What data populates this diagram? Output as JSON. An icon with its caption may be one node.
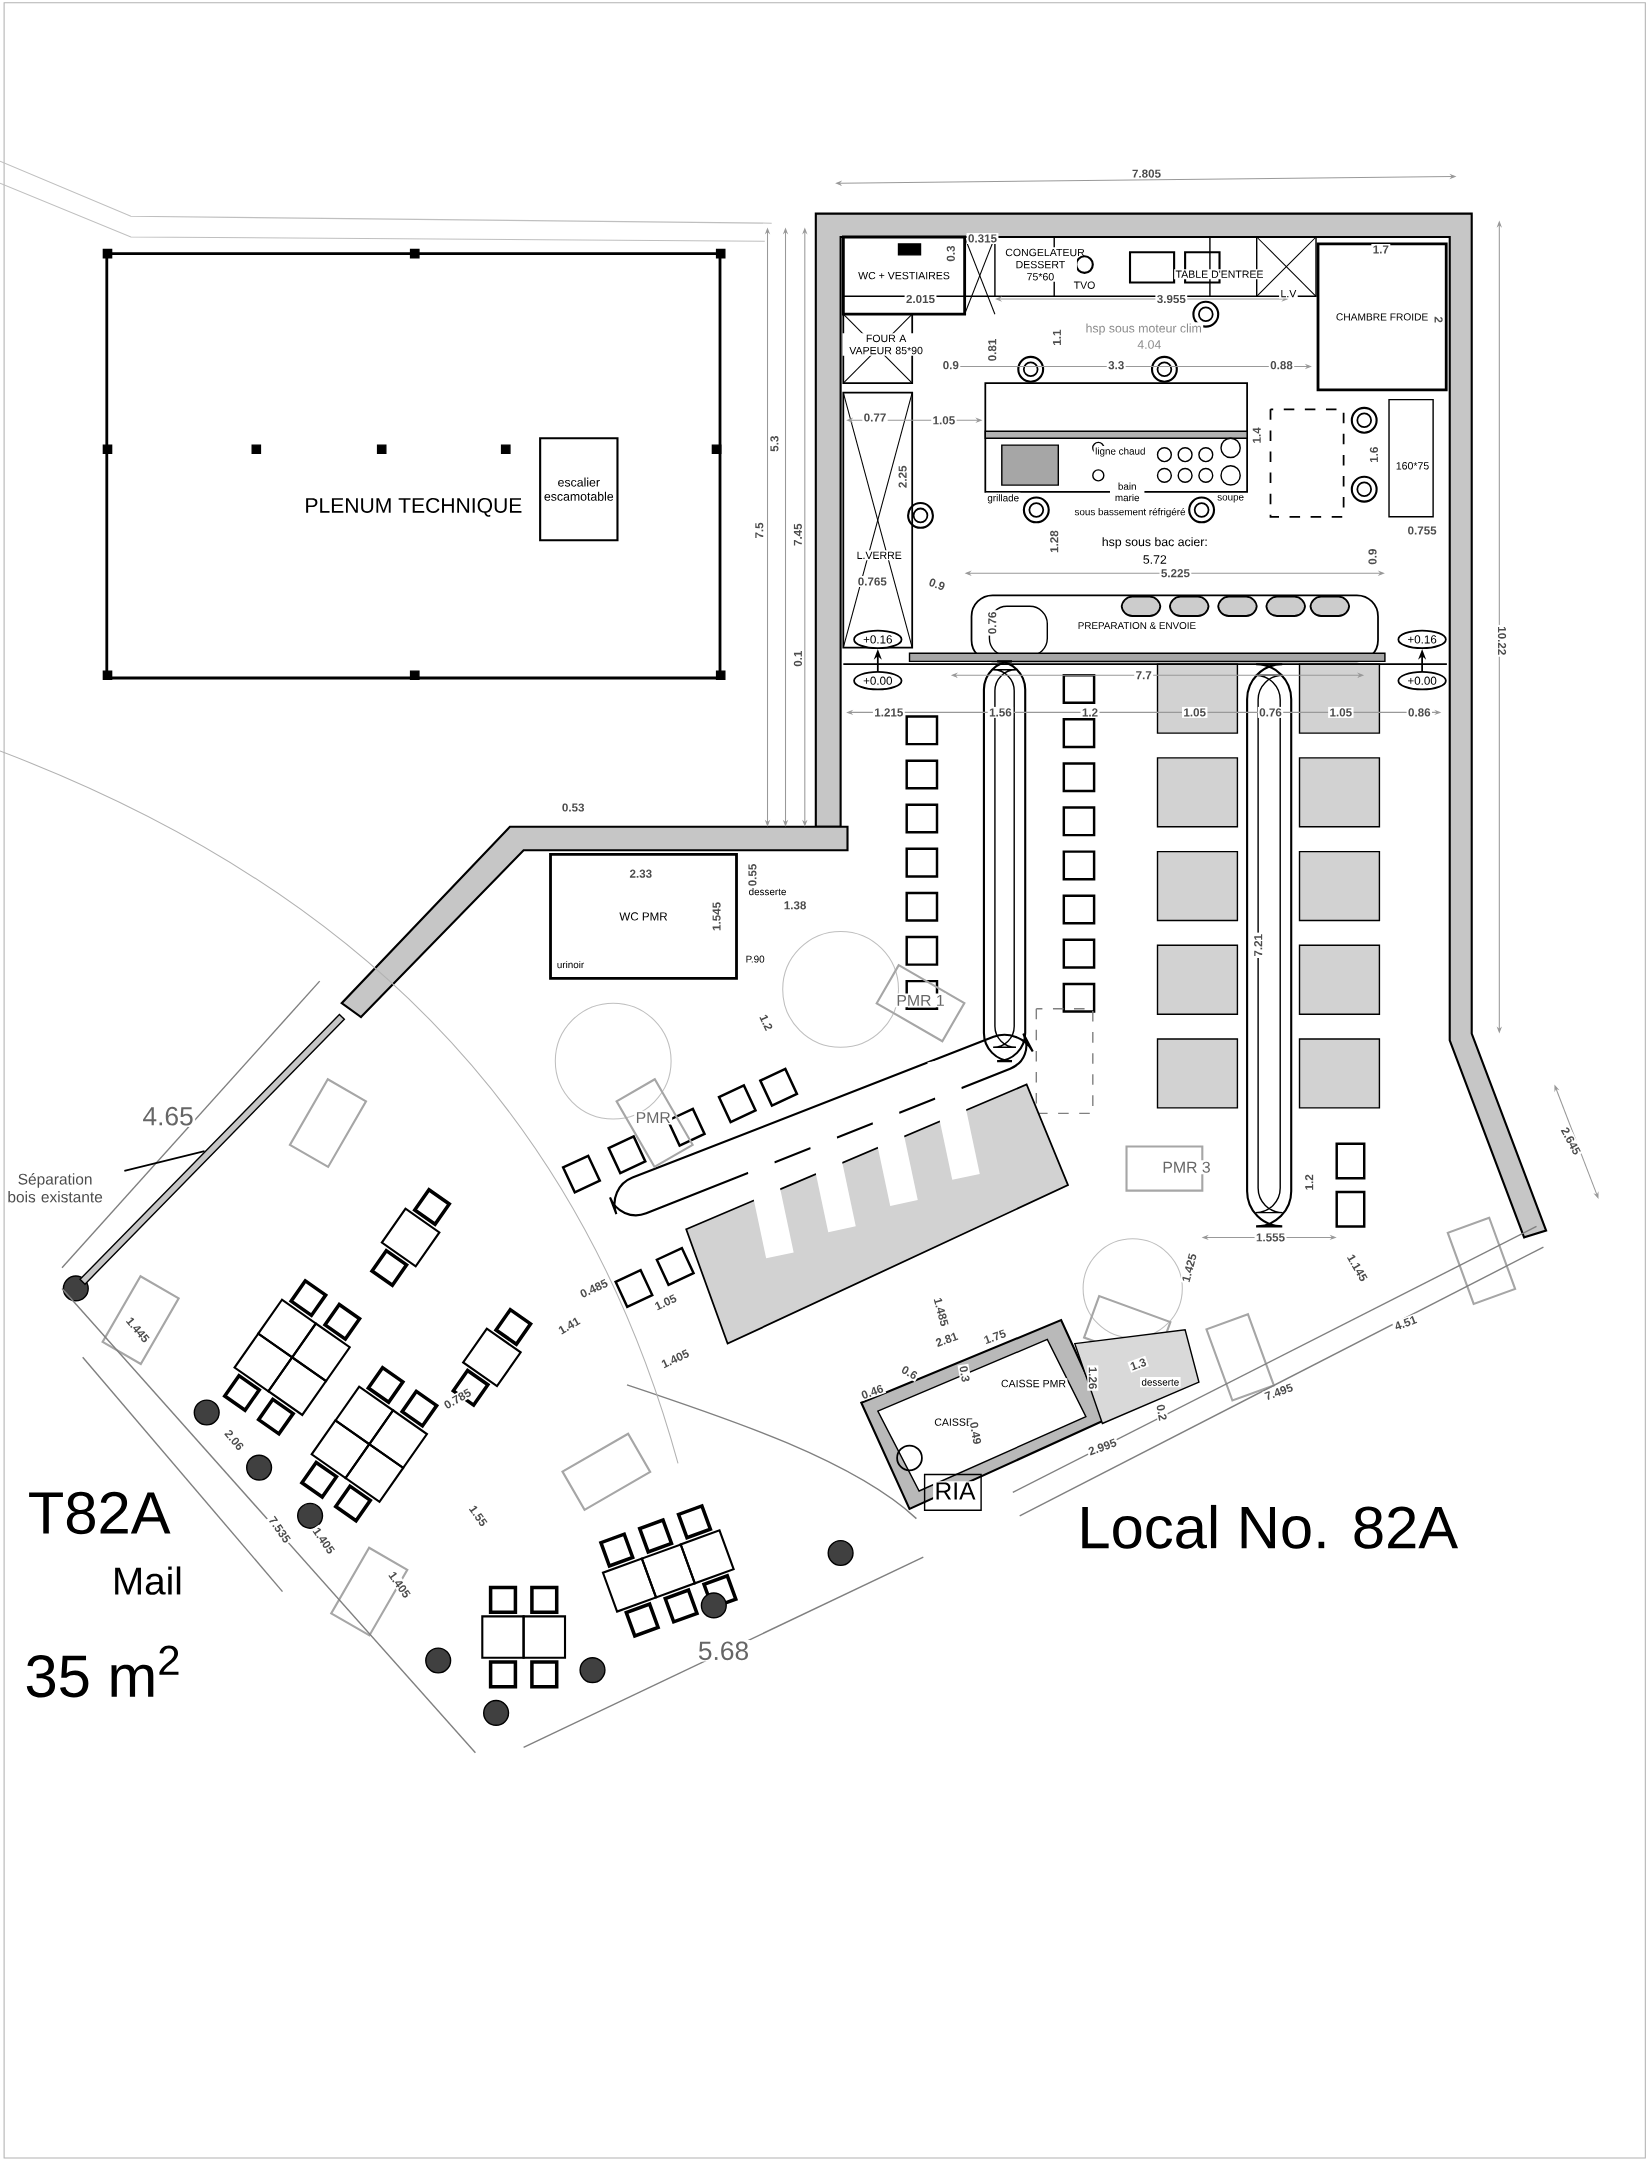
{
  "diagram": {
    "nodes": [
      {
        "text": [
          "PLENUM TECHNIQUE"
        ]
      },
      {
        "text": [
          "escalier escamotable"
        ],
        "in": 0
      },
      {
        "text": [
          "CHAMBRE FROIDE"
        ]
      },
      {
        "text": [
          "WC + VESTIAIRES"
        ]
      },
      {
        "text": [
          "WC PMR"
        ]
      },
      {
        "text": [
          "+0.16"
        ]
      },
      {
        "text": [
          "+0.00"
        ]
      },
      {
        "text": [
          "+0.16"
        ]
      },
      {
        "text": [
          "+0.00"
        ]
      },
      {
        "text": [
          "Séparation bois existante"
        ]
      },
      {
        "text": [],
        "shape": "bar"
      }
    ],
    "edges": [
      {
        "from": 6,
        "to": 5,
        "arrow": "to"
      },
      {
        "from": 8,
        "to": 7,
        "arrow": "to"
      },
      {
        "from": 9,
        "to": 10,
        "arrow": "none"
      }
    ],
    "labels": [
      "7.805",
      "0.315",
      "0.3",
      "CONGELATEUR DESSERT 75*60",
      "TVO",
      "TABLE D'ENTREE",
      "L.V",
      "1.7",
      "2.015",
      "3.955",
      "2",
      "FOUR A VAPEUR 85*90",
      "hsp sous moteur clim",
      "4.04",
      "0.81",
      "1.1",
      "0.9",
      "3.3",
      "0.88",
      "0.77",
      "1.05",
      "1.4",
      "ligne chaud",
      "1.6",
      "160*75",
      "2.25",
      "grillade",
      "bain marie",
      "sous bassement réfrigéré",
      "soupe",
      "1.28",
      "hsp sous bac acier:",
      "5.72",
      "L.VERRE",
      "0.755",
      "0.9",
      "0.765",
      "0.9",
      "5.225",
      "0.76",
      "PREPARATION & ENVOIE",
      "7.7",
      "1.215",
      "1.56",
      "1.2",
      "1.05",
      "0.76",
      "1.05",
      "0.86",
      "7.5",
      "7.45",
      "5.3",
      "0.1",
      "10.22",
      "0.53",
      "2.33",
      "0.55",
      "desserte",
      "1.38",
      "1.545",
      "urinoir",
      "P.90",
      "1.2",
      "PMR 1",
      "PMR",
      "7.21",
      "PMR 3",
      "1.2",
      "1.555",
      "2.645",
      "1.425",
      "1.145",
      "4.65",
      "0.485",
      "1.05",
      "1.41",
      "1.405",
      "1.485",
      "2.81",
      "1.75",
      "0.46",
      "0.6",
      "0.3",
      "CAISSE PMR",
      "1.26",
      "1.3",
      "desserte",
      "CAISSE",
      "0.49",
      "0.2",
      "2.995",
      "4.51",
      "7.495",
      "RIA",
      "Local No. 82A",
      "1.445",
      "0.785",
      "2.06",
      "7.535",
      "1.405",
      "1.55",
      "1.405",
      "5.68",
      "T82A",
      "Mail",
      "35 m$^{2}$"
    ]
  }
}
